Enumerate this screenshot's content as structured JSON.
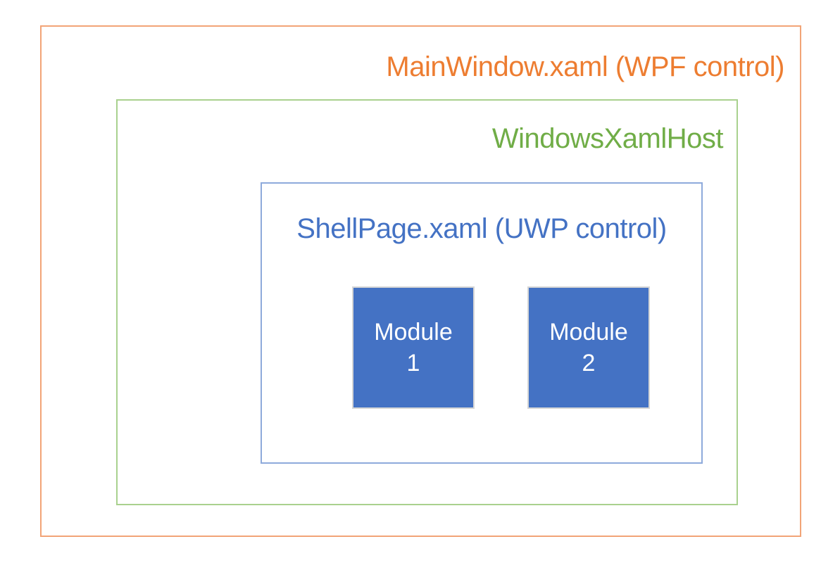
{
  "colors": {
    "orange_text": "#ED7D31",
    "orange_border": "#F2A477",
    "green_text": "#70AD47",
    "green_border": "#A9D18E",
    "blue_text": "#4472C4",
    "blue_border": "#8EAADB",
    "module_fill": "#4472C4",
    "module_border": "#D6D6D6",
    "module_text": "#FFFFFF",
    "background": "#FFFFFF"
  },
  "diagram": {
    "outer_box": {
      "label": "MainWindow.xaml (WPF control)"
    },
    "host_box": {
      "label": "WindowsXamlHost"
    },
    "shell_box": {
      "label": "ShellPage.xaml (UWP control)"
    },
    "modules": [
      {
        "lines": [
          "Module",
          "1"
        ]
      },
      {
        "lines": [
          "Module",
          "2"
        ]
      }
    ]
  }
}
